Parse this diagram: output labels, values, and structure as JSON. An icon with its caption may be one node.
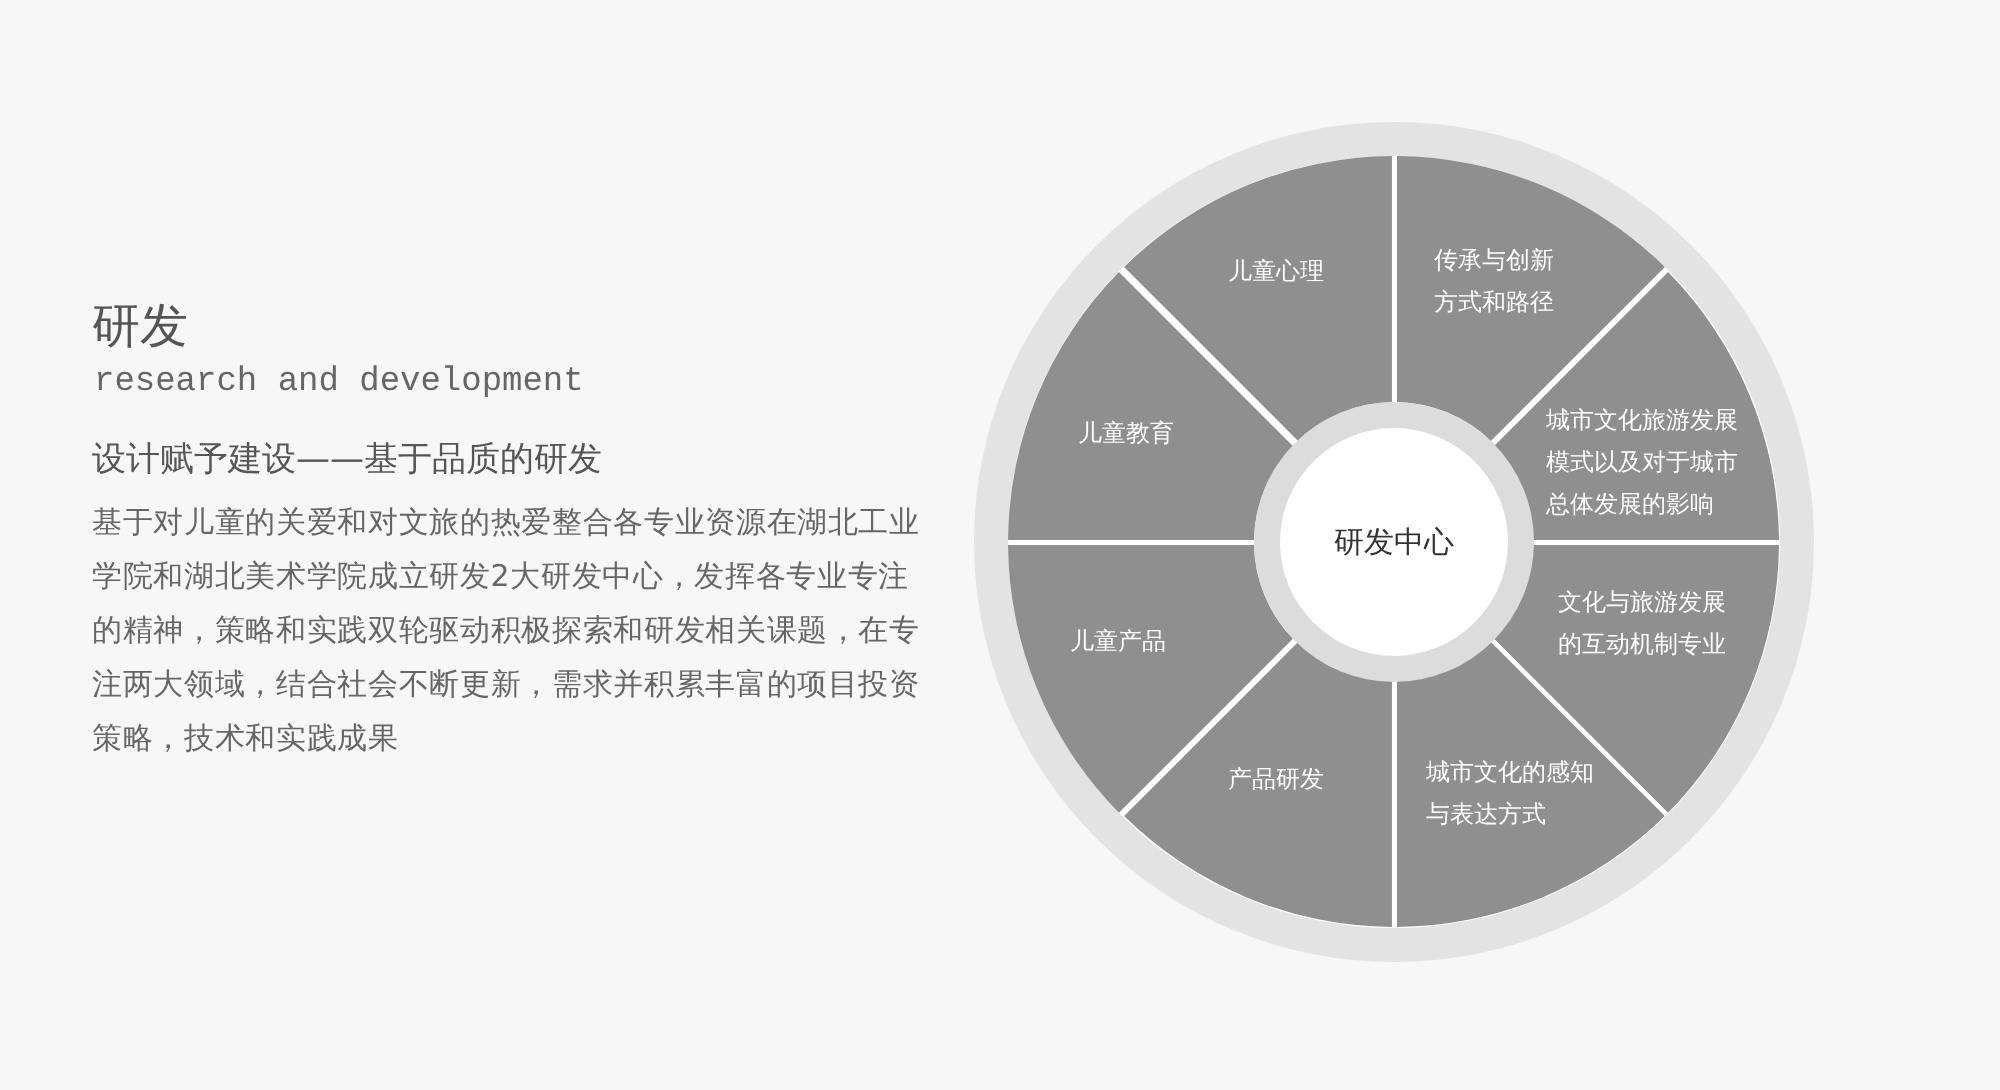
{
  "diagram": {
    "title": "研发",
    "nodes": [
      {
        "text": [
          "研发中心"
        ]
      },
      {
        "text": [
          "儿童心理"
        ]
      },
      {
        "text": [
          "传承与创新方式和路径"
        ]
      },
      {
        "text": [
          "城市文化旅游发展模式以及对于城市总体发展的影响"
        ]
      },
      {
        "text": [
          "文化与旅游发展的互动机制专业"
        ]
      },
      {
        "text": [
          "城市文化的感知与表达方式"
        ]
      },
      {
        "text": [
          "产品研发"
        ]
      },
      {
        "text": [
          "儿童产品"
        ]
      },
      {
        "text": [
          "儿童教育"
        ]
      }
    ],
    "labels": [
      "research and development",
      "设计赋予建设——基于品质的研发",
      "基于对儿童的关爱和对文旅的热爱整合各专业资源在湖北工业学院和湖北美术学院成立研发2大研发中心，发挥各专业专注的精神，策略和实践双轮驱动积极探索和研发相关课题，在专注两大领域，结合社会不断更新，需求并积累丰富的项目投资策略，技术和实践成果"
    ]
  }
}
